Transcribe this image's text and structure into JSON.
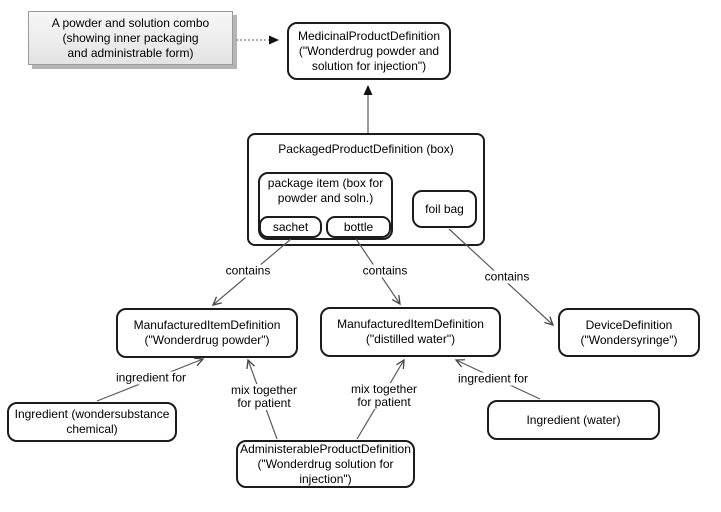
{
  "diagram": {
    "note": {
      "text": "A powder and solution combo\n(showing inner packaging\nand administrable form)"
    },
    "nodes": {
      "medicinal_product": {
        "label": "MedicinalProductDefinition\n(\"Wonderdrug powder and\nsolution for injection\")"
      },
      "packaged_product": {
        "label": "PackagedProductDefinition (box)"
      },
      "package_item": {
        "label": "package item (box for\npowder and soln.)"
      },
      "sachet": {
        "label": "sachet"
      },
      "bottle": {
        "label": "bottle"
      },
      "foil_bag": {
        "label": "foil bag"
      },
      "manufactured_item_powder": {
        "label": "ManufacturedItemDefinition\n(\"Wonderdrug powder\")"
      },
      "manufactured_item_water": {
        "label": "ManufacturedItemDefinition\n(\"distilled water\")"
      },
      "device": {
        "label": "DeviceDefinition\n(\"Wondersyringe\")"
      },
      "ingredient_wondersubstance": {
        "label": "Ingredient (wondersubstance\nchemical)"
      },
      "administerable_product": {
        "label": "AdministerableProductDefinition\n(\"Wonderdrug solution for\ninjection\")"
      },
      "ingredient_water": {
        "label": "Ingredient (water)"
      }
    },
    "edges": [
      {
        "from": "note",
        "to": "medicinal_product",
        "style": "dotted",
        "label": ""
      },
      {
        "from": "packaged_product",
        "to": "medicinal_product",
        "style": "solid",
        "label": ""
      },
      {
        "from": "sachet",
        "to": "manufactured_item_powder",
        "style": "solid",
        "label": "contains"
      },
      {
        "from": "bottle",
        "to": "manufactured_item_water",
        "style": "solid",
        "label": "contains"
      },
      {
        "from": "foil_bag",
        "to": "device",
        "style": "solid",
        "label": "contains"
      },
      {
        "from": "ingredient_wondersubstance",
        "to": "manufactured_item_powder",
        "style": "solid",
        "label": "ingredient for"
      },
      {
        "from": "administerable_product",
        "to": "manufactured_item_powder",
        "style": "solid",
        "label": "mix together\nfor patient"
      },
      {
        "from": "administerable_product",
        "to": "manufactured_item_water",
        "style": "solid",
        "label": "mix together\nfor patient"
      },
      {
        "from": "ingredient_water",
        "to": "manufactured_item_water",
        "style": "solid",
        "label": "ingredient for"
      }
    ],
    "colors": {
      "background": "#ffffff",
      "node_border": "#1c1c1c",
      "node_fill": "#ffffff",
      "note_fill": "#ececec",
      "note_border": "#9b9b9b",
      "note_shadow": "#b5b5b5",
      "line": "#5a5a5a"
    }
  }
}
